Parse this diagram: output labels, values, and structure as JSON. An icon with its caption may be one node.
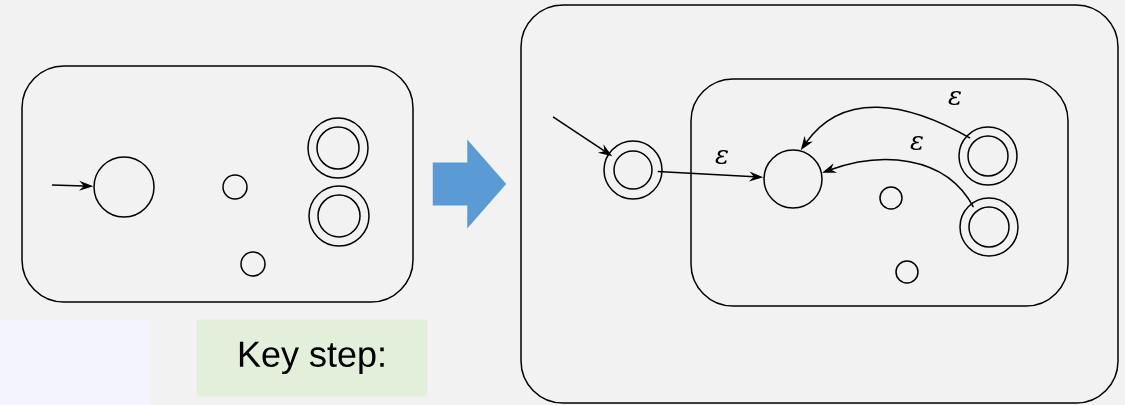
{
  "diagram": {
    "nodes": [
      {
        "text": [],
        "shape": "box"
      },
      {
        "text": [],
        "shape": "circle",
        "in": 0
      },
      {
        "text": [],
        "shape": "circle",
        "in": 0
      },
      {
        "text": [],
        "shape": "circle",
        "in": 0
      },
      {
        "text": [],
        "shape": "double-circle",
        "in": 0
      },
      {
        "text": [],
        "shape": "double-circle",
        "in": 0
      },
      {
        "text": [],
        "shape": "box"
      },
      {
        "text": [],
        "shape": "double-circle",
        "in": 6
      },
      {
        "text": [],
        "shape": "box",
        "in": 6
      },
      {
        "text": [],
        "shape": "circle",
        "in": 8
      },
      {
        "text": [],
        "shape": "circle",
        "in": 8
      },
      {
        "text": [],
        "shape": "circle",
        "in": 8
      },
      {
        "text": [],
        "shape": "double-circle",
        "in": 8
      },
      {
        "text": [],
        "shape": "double-circle",
        "in": 8
      },
      {
        "text": [
          "Key step:"
        ]
      }
    ],
    "edges": [
      {
        "from": null,
        "to": 1,
        "arrow": "to"
      },
      {
        "from": 0,
        "to": 6,
        "arrow": "to",
        "style": "thick",
        "color": "#5b9bd5"
      },
      {
        "from": null,
        "to": 7,
        "arrow": "to"
      },
      {
        "from": 7,
        "to": 9,
        "arrow": "to",
        "label": "ε"
      },
      {
        "from": 12,
        "to": 9,
        "arrow": "to",
        "label": "ε"
      },
      {
        "from": 13,
        "to": 9,
        "arrow": "to",
        "label": "ε"
      }
    ]
  }
}
